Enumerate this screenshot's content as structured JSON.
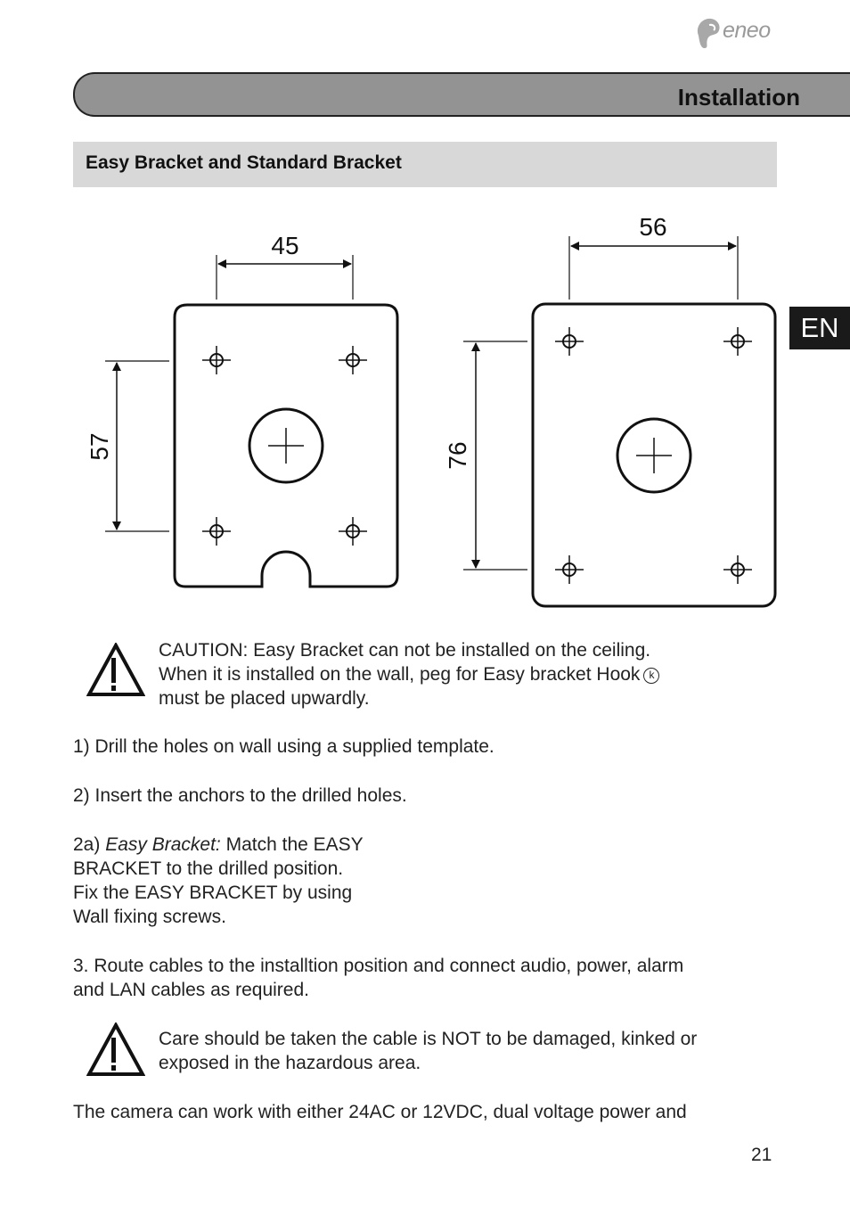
{
  "brand": {
    "name": "eneo"
  },
  "header": {
    "title": "Installation"
  },
  "section": {
    "title": "Easy Bracket and Standard Bracket"
  },
  "lang_tab": "EN",
  "figure": {
    "easy_width": "45",
    "easy_height": "57",
    "standard_width": "56",
    "standard_height": "76"
  },
  "caution1": {
    "line1": "CAUTION: Easy Bracket can not be installed on the ceiling.",
    "line2": "When it is installed on the wall, peg for Easy bracket Hook",
    "hook_symbol": "k",
    "line3": "must be placed upwardly."
  },
  "steps": {
    "step1": "1) Drill the holes on wall using a supplied template.",
    "step2": "2) Insert the anchors to the drilled holes.",
    "step2a_prefix": "2a) ",
    "step2a_italic": "Easy Bracket:",
    "step2a_line1_rest": " Match the EASY",
    "step2a_line2": "BRACKET to the drilled position.",
    "step2a_line3": "Fix the EASY BRACKET by using",
    "step2a_line4": "Wall fixing screws.",
    "step3_line1": "3. Route cables to the installtion position and connect audio, power, alarm",
    "step3_line2": "and LAN cables as required."
  },
  "caution2": {
    "line1": "Care should be taken the cable is NOT to be damaged, kinked or",
    "line2": "exposed in the hazardous area."
  },
  "footer_text": "The camera can work with either 24AC or 12VDC, dual voltage power and",
  "page_number": "21"
}
